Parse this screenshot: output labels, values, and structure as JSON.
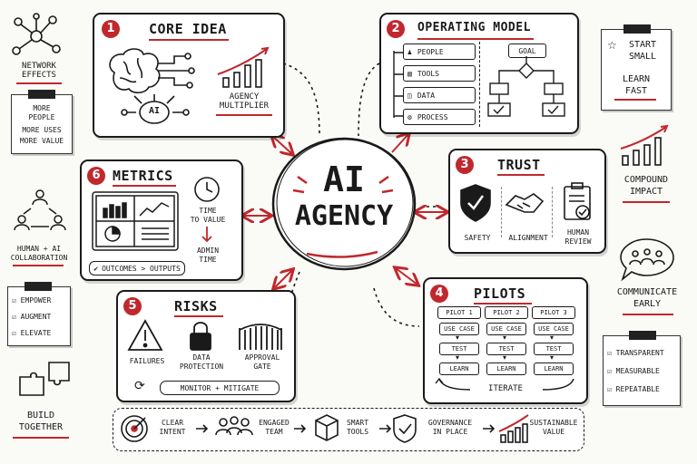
{
  "center": {
    "line1": "AI",
    "line2": "AGENCY"
  },
  "core_idea": {
    "number": "1",
    "title": "CORE IDEA",
    "ai_label": "AI",
    "multiplier": "AGENCY\nMULTIPLIER"
  },
  "operating_model": {
    "number": "2",
    "title": "OPERATING MODEL",
    "items": [
      "PEOPLE",
      "TOOLS",
      "DATA",
      "PROCESS"
    ],
    "goal": "GOAL"
  },
  "trust": {
    "number": "3",
    "title": "TRUST",
    "items": [
      "SAFETY",
      "ALIGNMENT",
      "HUMAN\nREVIEW"
    ]
  },
  "pilots": {
    "number": "4",
    "title": "PILOTS",
    "columns": [
      "PILOT 1",
      "PILOT 2",
      "PILOT 3"
    ],
    "steps": [
      "USE CASE",
      "TEST",
      "LEARN"
    ],
    "iterate": "ITERATE"
  },
  "risks": {
    "number": "5",
    "title": "RISKS",
    "items": [
      "FAILURES",
      "DATA\nPROTECTION",
      "APPROVAL\nGATE"
    ],
    "footer": "MONITOR + MITIGATE"
  },
  "metrics": {
    "number": "6",
    "title": "METRICS",
    "time_to_value": "TIME\nTO VALUE",
    "admin_time": "ADMIN\nTIME",
    "footer": "OUTCOMES > OUTPUTS"
  },
  "left_notes": {
    "network_effects": "NETWORK\nEFFECTS",
    "more_list": [
      "MORE\nPEOPLE",
      "MORE USES",
      "MORE VALUE"
    ],
    "collab": "HUMAN + AI\nCOLLABORATION",
    "check_list": [
      "EMPOWER",
      "AUGMENT",
      "ELEVATE"
    ],
    "build": "BUILD\nTOGETHER"
  },
  "right_notes": {
    "start_small": "START\nSMALL",
    "learn_fast": "LEARN\nFAST",
    "compound": "COMPOUND\nIMPACT",
    "communicate": "COMMUNICATE\nEARLY",
    "check_list": [
      "TRANSPARENT",
      "MEASURABLE",
      "REPEATABLE"
    ]
  },
  "flow": {
    "steps": [
      "CLEAR\nINTENT",
      "ENGAGED\nTEAM",
      "SMART\nTOOLS",
      "GOVERNANCE\nIN PLACE",
      "SUSTAINABLE\nVALUE"
    ]
  },
  "colors": {
    "accent": "#c0282d",
    "ink": "#1a1a1a"
  }
}
